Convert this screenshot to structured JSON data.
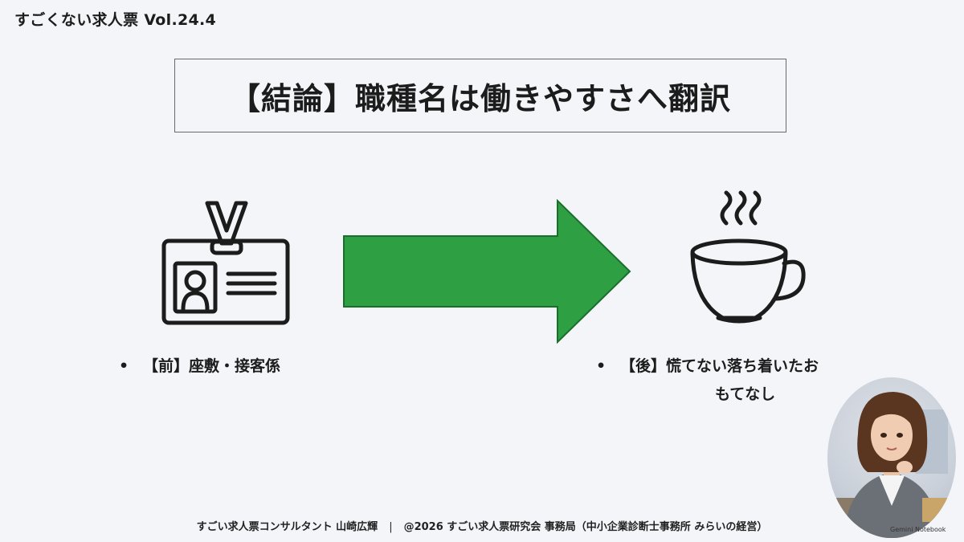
{
  "header": {
    "title": "すごくない求人票 Vol.24.4"
  },
  "main": {
    "title": "【結論】職種名は働きやすさへ翻訳",
    "before": {
      "bullet": "•",
      "text": "【前】座敷・接客係"
    },
    "after": {
      "bullet": "•",
      "line1": "【後】慌てない落ち着いたお",
      "line2": "もてなし"
    },
    "icons": {
      "left": "id-badge-icon",
      "middle": "right-arrow-icon",
      "right": "hot-cup-icon"
    },
    "colors": {
      "arrow": "#2ea043",
      "arrow_stroke": "#1b6e2c"
    }
  },
  "avatar": {
    "badge": "Gemini Notebook"
  },
  "footer": {
    "left": "すごい求人票コンサルタント 山崎広輝",
    "separator": "|",
    "right": "@2026 すごい求人票研究会 事務局（中小企業診断士事務所 みらいの経営）"
  }
}
